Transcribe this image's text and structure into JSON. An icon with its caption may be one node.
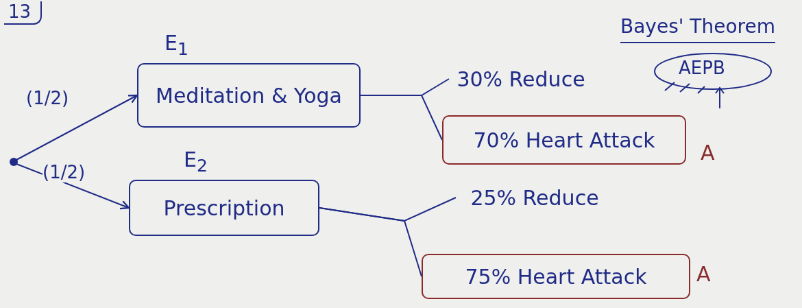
{
  "diagram": {
    "title": "Bayes' Theorem",
    "nodes": [
      {
        "text": [],
        "shape": "circle"
      },
      {
        "text": [
          "Meditation & Yoga"
        ],
        "beside": [
          "E$_{1}$"
        ]
      },
      {
        "text": [
          "Prescription"
        ],
        "beside": [
          "E$_{2}$"
        ]
      },
      {
        "text": [
          "30% Reduce"
        ]
      },
      {
        "text": [
          "70% Heart Attack"
        ],
        "beside": [
          "A"
        ]
      },
      {
        "text": [
          "25% Reduce"
        ]
      },
      {
        "text": [
          "75% Heart Attack"
        ],
        "beside": [
          "A"
        ]
      }
    ],
    "edges": [
      {
        "from": 0,
        "to": 1,
        "arrow": "to",
        "label": "(1/2)"
      },
      {
        "from": 0,
        "to": 2,
        "arrow": "to",
        "label": "(1/2)"
      },
      {
        "from": 1,
        "to": 3,
        "arrow": "none"
      },
      {
        "from": 1,
        "to": 4,
        "arrow": "none"
      },
      {
        "from": 2,
        "to": 5,
        "arrow": "none"
      },
      {
        "from": 2,
        "to": 6,
        "arrow": "none"
      }
    ],
    "labels": [
      "13",
      "AEPB"
    ]
  }
}
